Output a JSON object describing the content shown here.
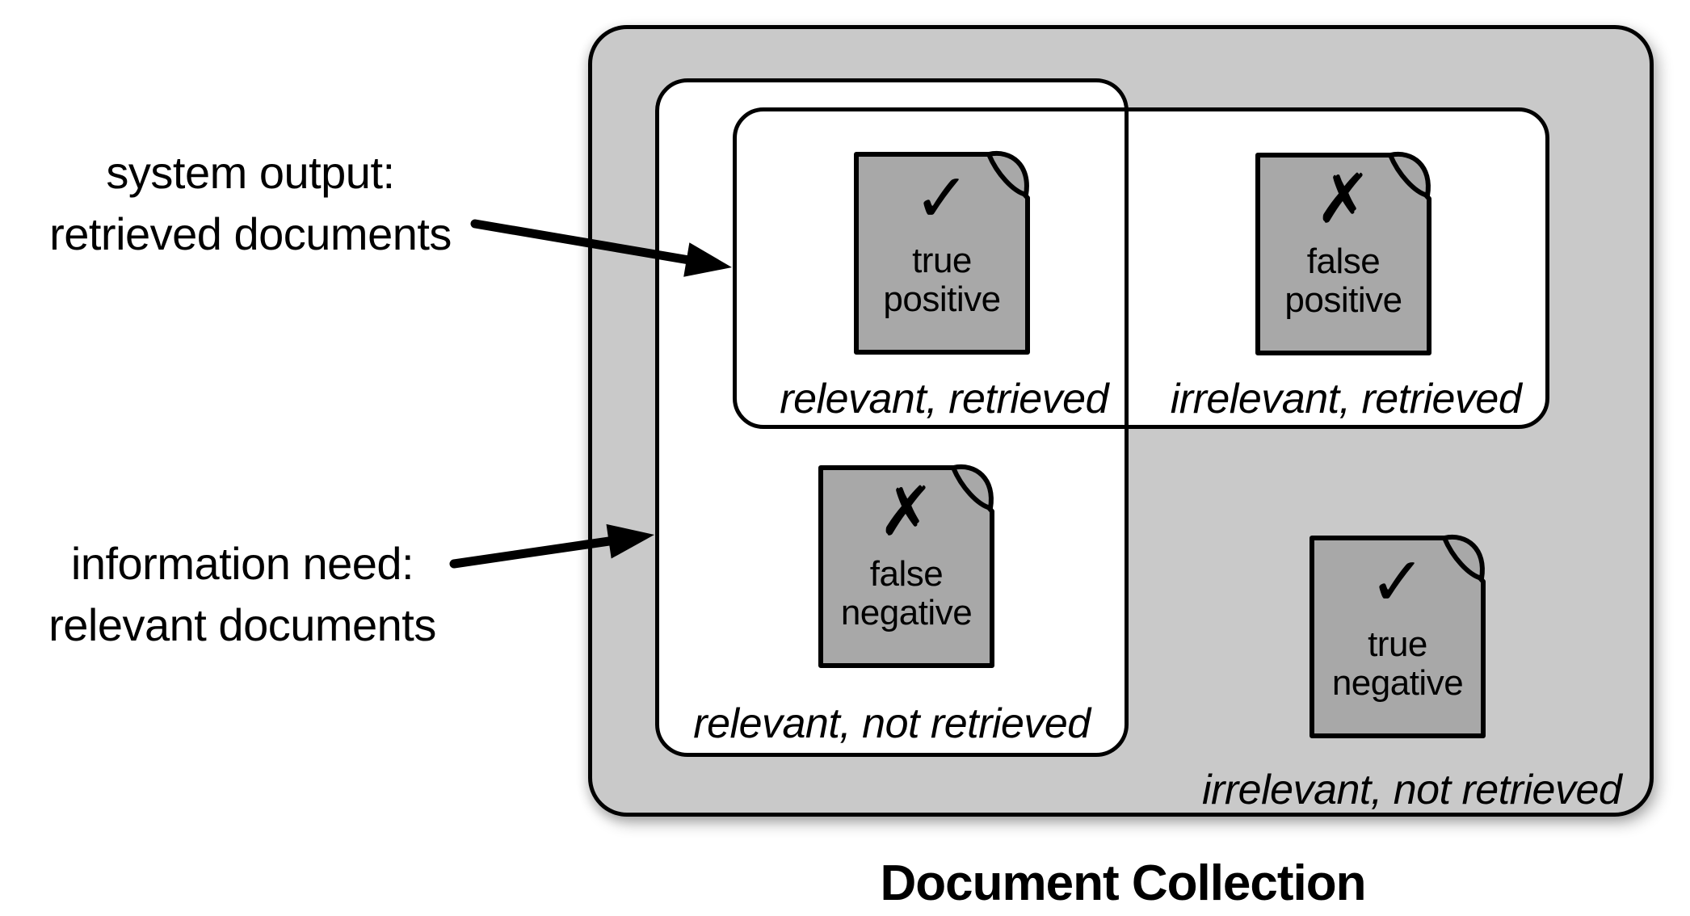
{
  "figure": {
    "caption": "Document Collection",
    "colors": {
      "collection_fill": "#c9c9c9",
      "region_fill": "#ffffff",
      "document_fill": "#a8a8a8",
      "line": "#000000"
    }
  },
  "annotations": {
    "system_output": {
      "line1": "system output:",
      "line2": "retrieved documents"
    },
    "information_need": {
      "line1": "information need:",
      "line2": "relevant documents"
    }
  },
  "regions": {
    "relevant_retrieved": "relevant, retrieved",
    "irrelevant_retrieved": "irrelevant, retrieved",
    "relevant_not_retrieved": "relevant, not retrieved",
    "irrelevant_not_retrieved": "irrelevant, not retrieved"
  },
  "documents": {
    "true_positive": {
      "mark": "✓",
      "line1": "true",
      "line2": "positive"
    },
    "false_positive": {
      "mark": "✗",
      "line1": "false",
      "line2": "positive"
    },
    "false_negative": {
      "mark": "✗",
      "line1": "false",
      "line2": "negative"
    },
    "true_negative": {
      "mark": "✓",
      "line1": "true",
      "line2": "negative"
    }
  }
}
